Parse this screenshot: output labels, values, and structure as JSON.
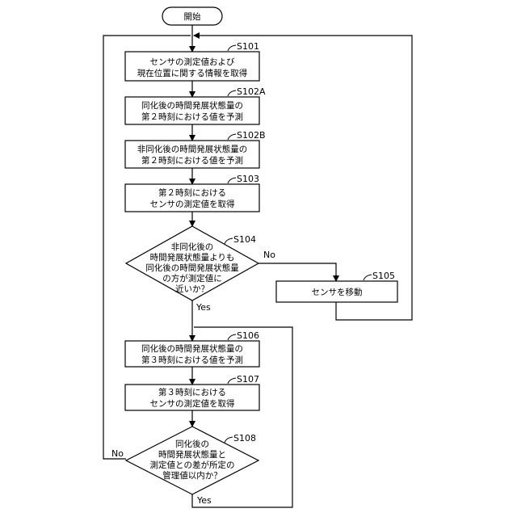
{
  "flowchart": {
    "start": "開始",
    "steps": {
      "s101": {
        "id": "S101",
        "lines": [
          "センサの測定値および",
          "現在位置に関する情報を取得"
        ]
      },
      "s102a": {
        "id": "S102A",
        "lines": [
          "同化後の時間発展状態量の",
          "第２時刻における値を予測"
        ]
      },
      "s102b": {
        "id": "S102B",
        "lines": [
          "非同化後の時間発展状態量の",
          "第２時刻における値を予測"
        ]
      },
      "s103": {
        "id": "S103",
        "lines": [
          "第２時刻における",
          "センサの測定値を取得"
        ]
      },
      "s104": {
        "id": "S104",
        "lines": [
          "非同化後の",
          "時間発展状態量よりも",
          "同化後の時間発展状態量",
          "の方が測定値に",
          "近いか？"
        ]
      },
      "s105": {
        "id": "S105",
        "lines": [
          "センサを移動"
        ]
      },
      "s106": {
        "id": "S106",
        "lines": [
          "同化後の時間発展状態量の",
          "第３時刻における値を予測"
        ]
      },
      "s107": {
        "id": "S107",
        "lines": [
          "第３時刻における",
          "センサの測定値を取得"
        ]
      },
      "s108": {
        "id": "S108",
        "lines": [
          "同化後の",
          "時間発展状態量と",
          "測定値との差が所定の",
          "管理値以内か？"
        ]
      }
    },
    "branches": {
      "s104_no": "No",
      "s104_yes": "Yes",
      "s108_no": "No",
      "s108_yes": "Yes"
    }
  }
}
